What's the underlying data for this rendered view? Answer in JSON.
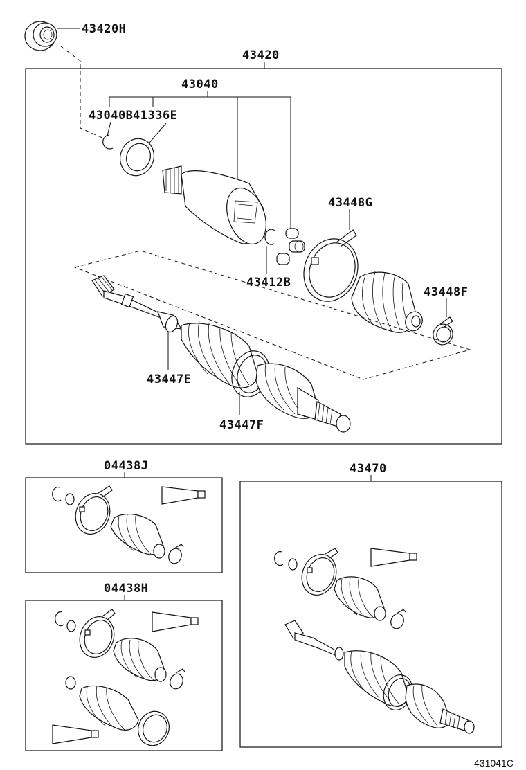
{
  "labels": {
    "oil_seal": "43420H",
    "shaft_assy": "43420",
    "outboard_joint": "43040",
    "snap_ring_b": "43040B",
    "ring_e": "41336E",
    "boot_clamp_g": "43448G",
    "snap_ring_412b": "43412B",
    "boot_clamp_f": "43448F",
    "boot_clamp_447e": "43447E",
    "boot_clamp_447f": "43447F",
    "boot_kit_j": "04438J",
    "boot_kit_h": "04438H",
    "shaft_kit": "43470",
    "diagram_ref": "431041C"
  },
  "colors": {
    "line": "#111111",
    "background": "#ffffff"
  }
}
